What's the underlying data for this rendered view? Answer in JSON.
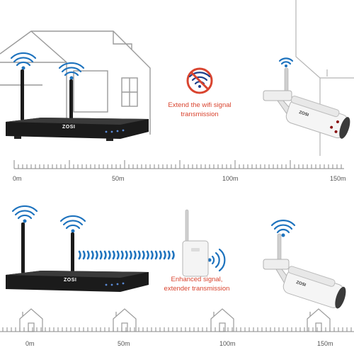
{
  "scene_top": {
    "nvr_brand": "ZOSI",
    "camera_brand": "ZOSI",
    "callout": "Extend the wifi signal transmission",
    "callout_lines": [
      "Extend the wifi signal",
      "transmission"
    ],
    "scale_labels": [
      "0m",
      "50m",
      "100m",
      "150m"
    ]
  },
  "scene_bottom": {
    "nvr_brand": "ZOSI",
    "camera_brand": "ZOSI",
    "callout_lines": [
      "Enhanced signal,",
      "extender transmission"
    ],
    "scale_labels": [
      "0m",
      "50m",
      "100m",
      "150m"
    ]
  },
  "colors": {
    "accent_red": "#d9442f",
    "signal_blue": "#1e73be",
    "sketch_gray": "#9a9a9a",
    "device_black": "#1b1b1b"
  }
}
